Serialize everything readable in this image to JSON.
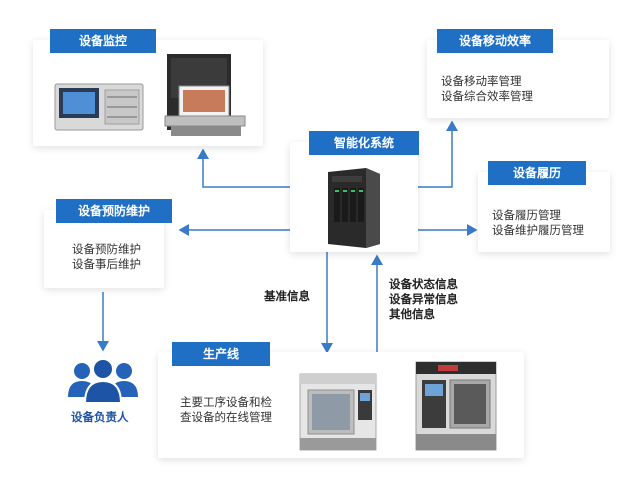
{
  "monitoring": {
    "title": "设备监控"
  },
  "efficiency": {
    "title": "设备移动效率",
    "lines": [
      "设备移动率管理",
      "设备综合效率管理"
    ]
  },
  "system": {
    "title": "智能化系统"
  },
  "history": {
    "title": "设备履历",
    "lines": [
      "设备履历管理",
      "设备维护履历管理"
    ]
  },
  "maintenance": {
    "title": "设备预防维护",
    "lines": [
      "设备预防维护",
      "设备事后维护"
    ]
  },
  "flows": {
    "down": "基准信息",
    "up": [
      "设备状态信息",
      "设备异常信息",
      "其他信息"
    ]
  },
  "production": {
    "title": "生产线",
    "lines": [
      "主要工序设备和检",
      "查设备的在线管理"
    ]
  },
  "owner": {
    "label": "设备负责人"
  },
  "colors": {
    "accent": "#1f6fc4",
    "arrow": "#3a7bc8"
  },
  "icons": [
    "people-icon",
    "server-icon",
    "monitor-cabinet-icon",
    "cnc-machine-icon"
  ]
}
